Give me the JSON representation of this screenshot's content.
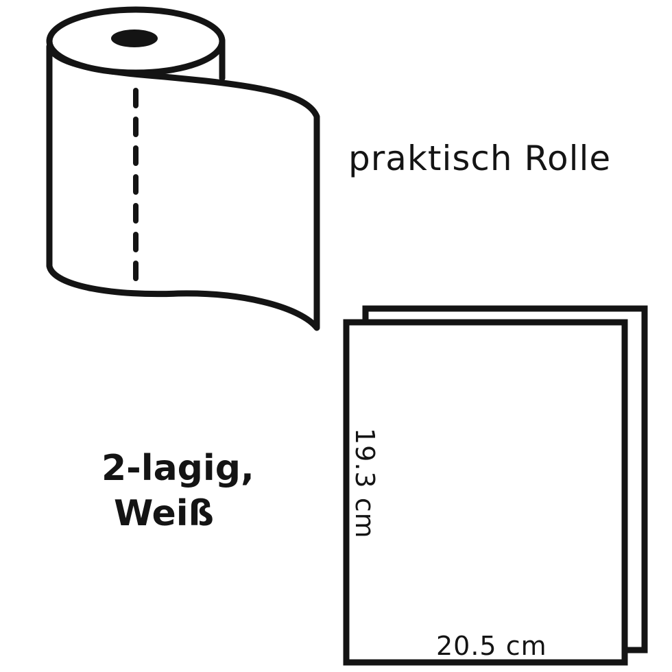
{
  "labels": {
    "roll_type": "praktisch  Rolle",
    "ply_line1": "2-lagig,",
    "ply_line2": "Weiß"
  },
  "sheet": {
    "height_label": "19.3 cm",
    "width_label": "20.5 cm"
  },
  "icons": {
    "roll": "paper-roll-icon",
    "sheets": "stacked-sheets-icon"
  },
  "colors": {
    "stroke": "#141414",
    "background": "#ffffff"
  }
}
